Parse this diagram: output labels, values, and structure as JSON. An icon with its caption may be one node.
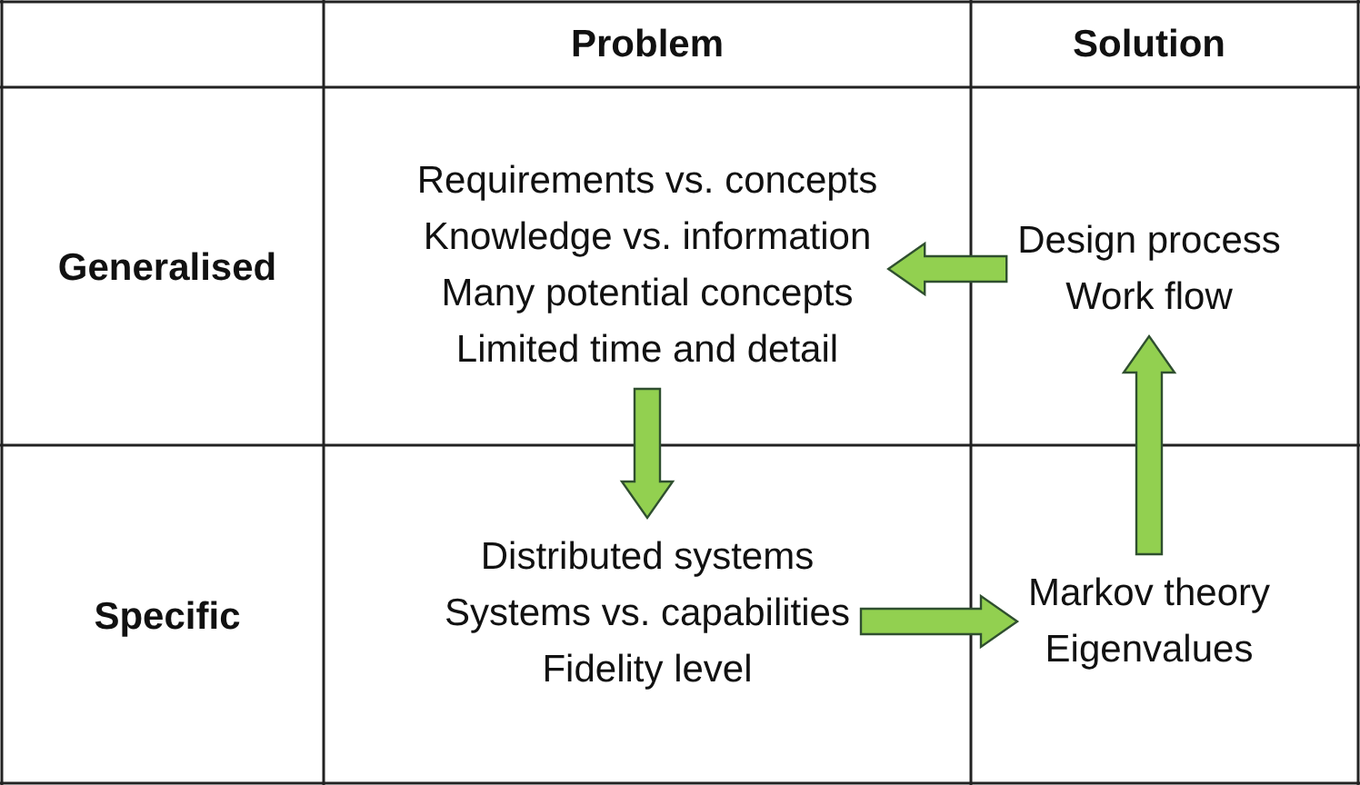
{
  "diagram": {
    "nodes": [
      {
        "text": [
          "Requirements vs. concepts",
          "Knowledge vs. information",
          "Many potential concepts",
          "Limited time and detail"
        ]
      },
      {
        "text": [
          "Design process",
          "Work flow"
        ]
      },
      {
        "text": [
          "Distributed systems",
          "Systems vs. capabilities",
          "Fidelity level"
        ]
      },
      {
        "text": [
          "Markov theory",
          "Eigenvalues"
        ]
      }
    ],
    "edges": [
      {
        "from": 1,
        "to": 0,
        "arrow": "to"
      },
      {
        "from": 0,
        "to": 2,
        "arrow": "to"
      },
      {
        "from": 2,
        "to": 3,
        "arrow": "to"
      },
      {
        "from": 3,
        "to": 1,
        "arrow": "to"
      }
    ],
    "labels": [
      "Problem",
      "Solution",
      "Generalised",
      "Specific"
    ]
  }
}
